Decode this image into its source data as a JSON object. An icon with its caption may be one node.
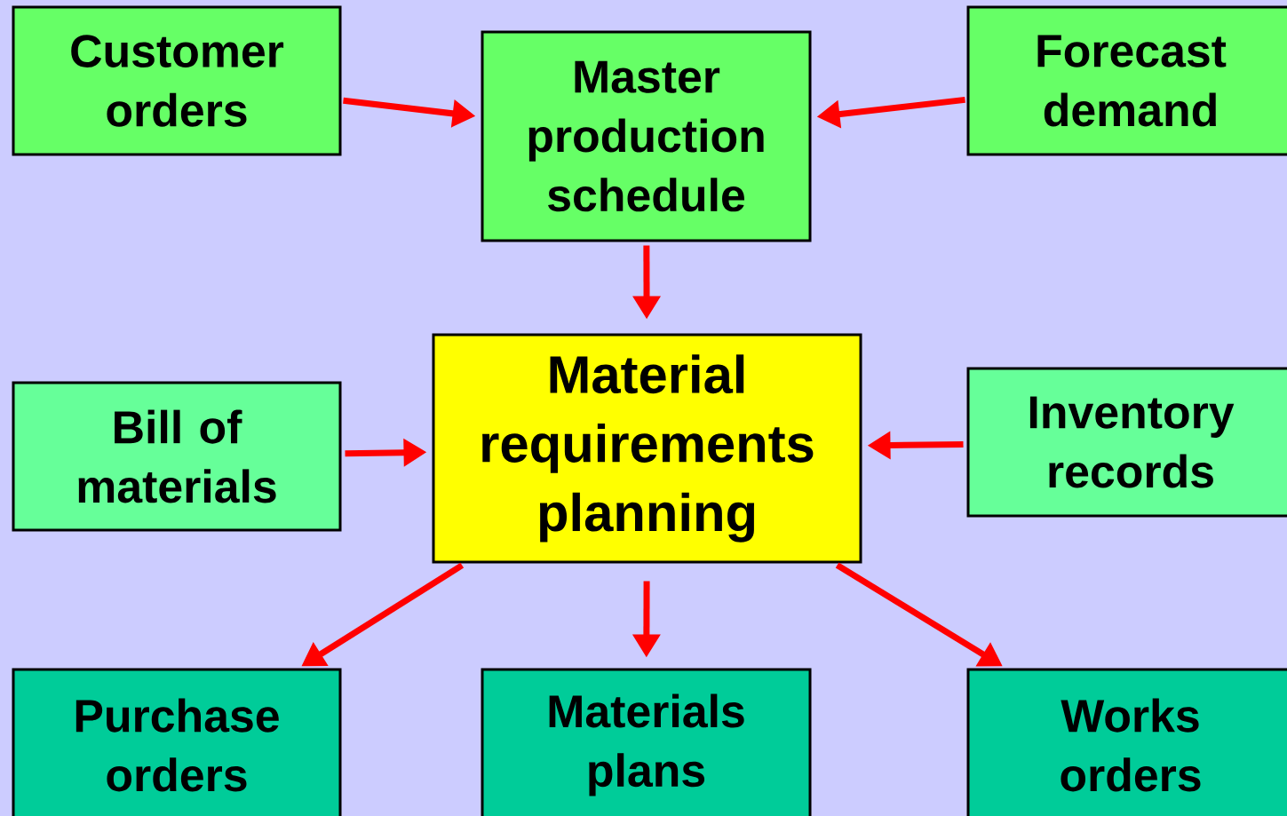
{
  "diagram": {
    "nodes": [
      {
        "text": [
          "Customer orders"
        ]
      },
      {
        "text": [
          "Master production schedule"
        ]
      },
      {
        "text": [
          "Forecast demand"
        ]
      },
      {
        "text": [
          "Material requirements planning"
        ]
      },
      {
        "text": [
          "Bill of materials"
        ]
      },
      {
        "text": [
          "Inventory records"
        ]
      },
      {
        "text": [
          "Purchase orders"
        ]
      },
      {
        "text": [
          "Materials plans"
        ]
      },
      {
        "text": [
          "Works orders"
        ]
      }
    ],
    "edges": [
      {
        "from": 0,
        "to": 1,
        "arrow": "to"
      },
      {
        "from": 2,
        "to": 1,
        "arrow": "to"
      },
      {
        "from": 1,
        "to": 3,
        "arrow": "to"
      },
      {
        "from": 4,
        "to": 3,
        "arrow": "to"
      },
      {
        "from": 5,
        "to": 3,
        "arrow": "to"
      },
      {
        "from": 3,
        "to": 6,
        "arrow": "to"
      },
      {
        "from": 3,
        "to": 7,
        "arrow": "to"
      },
      {
        "from": 3,
        "to": 8,
        "arrow": "to"
      }
    ]
  }
}
